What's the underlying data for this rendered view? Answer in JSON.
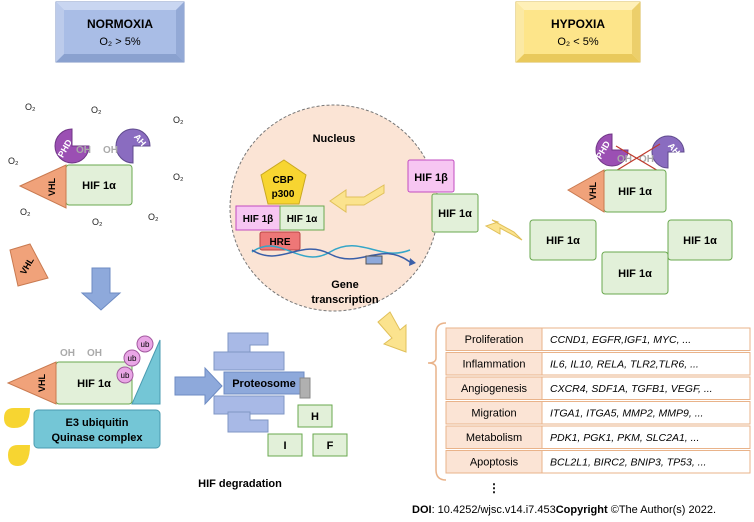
{
  "normoxia": {
    "title": "NORMOXIA",
    "condition": "O₂ > 5%"
  },
  "hypoxia": {
    "title": "HYPOXIA",
    "condition": "O₂ < 5%"
  },
  "oxygen_label": "O₂",
  "labels": {
    "phd": "PHD",
    "ah": "AH",
    "vhl": "VHL",
    "oh": "OH",
    "hif1a": "HIF 1α",
    "hif1b": "HIF 1β",
    "cbp": "CBP",
    "p300": "p300",
    "hre": "HRE",
    "nucleus": "Nucleus",
    "gene": "Gene",
    "transcription": "transcription",
    "ub": "ub",
    "e3_line1": "E3 ubiquitin",
    "e3_line2": "Quinase complex",
    "proteosome": "Proteosome",
    "frag_h": "H",
    "frag_i": "I",
    "frag_f": "F",
    "hif_degradation": "HIF degradation",
    "ellipsis": "⋮"
  },
  "table": [
    {
      "process": "Proliferation",
      "genes": "CCND1, EGFR,IGF1, MYC, ..."
    },
    {
      "process": "Inflammation",
      "genes": "IL6, IL10, RELA, TLR2,TLR6, ..."
    },
    {
      "process": "Angiogenesis",
      "genes": "CXCR4, SDF1A, TGFB1, VEGF, ..."
    },
    {
      "process": "Migration",
      "genes": "ITGA1, ITGA5, MMP2, MMP9, ..."
    },
    {
      "process": "Metabolism",
      "genes": "PDK1, PGK1, PKM, SLC2A1, ..."
    },
    {
      "process": "Apoptosis",
      "genes": "BCL2L1, BIRC2, BNIP3, TP53, ..."
    }
  ],
  "footer": {
    "doi_label": "DOI",
    "doi": ": 10.4252/wjsc.v14.i7.453",
    "copyright_label": "Copyright",
    "copyright": " ©The Author(s) 2022."
  },
  "colors": {
    "phd": "#9b4fb3",
    "ah": "#8a6cc0",
    "vhl": "#f0a27a",
    "hif": "#e2f0d9",
    "hif_border": "#6aa84f",
    "hif1b": "#f7c6f2",
    "hif1b_border": "#c24cc0",
    "cbp": "#f7d531",
    "hre": "#ee7777",
    "nucleus": "#fbe4d5",
    "normoxia": "#a9bde6",
    "hypoxia": "#fde58a",
    "arrow_blue": "#8ea9db",
    "arrow_yellow": "#fbe38e",
    "e3": "#74c6d6",
    "table_border": "#e9b38a"
  }
}
